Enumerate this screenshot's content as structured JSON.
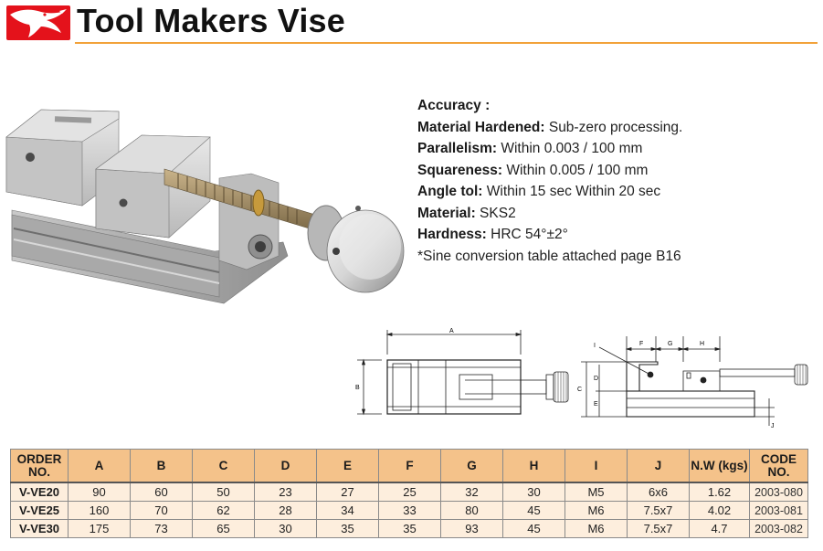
{
  "header": {
    "title": "Tool Makers Vise"
  },
  "specs": [
    {
      "key": "Accuracy :",
      "value": ""
    },
    {
      "key": "Material Hardened:",
      "value": " Sub-zero processing."
    },
    {
      "key": "Parallelism:",
      "value": " Within 0.003 / 100 mm"
    },
    {
      "key": "Squareness:",
      "value": " Within 0.005 / 100 mm"
    },
    {
      "key": "Angle tol:",
      "value": " Within 15 sec Within 20 sec"
    },
    {
      "key": "Material:",
      "value": " SKS2"
    },
    {
      "key": "Hardness:",
      "value": " HRC 54°±2°"
    },
    {
      "key": "",
      "value": "*Sine conversion table attached page B16"
    }
  ],
  "drawing": {
    "front_labels": {
      "a": "A",
      "b": "B"
    },
    "side_labels": {
      "f": "F",
      "g": "G",
      "h": "H",
      "i": "I",
      "c": "C",
      "d": "D",
      "e": "E",
      "j": "J"
    }
  },
  "table": {
    "headers": [
      "ORDER NO.",
      "A",
      "B",
      "C",
      "D",
      "E",
      "F",
      "G",
      "H",
      "I",
      "J",
      "N.W (kgs)",
      "CODE NO."
    ],
    "rows": [
      [
        "V-VE20",
        "90",
        "60",
        "50",
        "23",
        "27",
        "25",
        "32",
        "30",
        "M5",
        "6x6",
        "1.62",
        "2003-080"
      ],
      [
        "V-VE25",
        "160",
        "70",
        "62",
        "28",
        "34",
        "33",
        "80",
        "45",
        "M6",
        "7.5x7",
        "4.02",
        "2003-081"
      ],
      [
        "V-VE30",
        "175",
        "73",
        "65",
        "30",
        "35",
        "35",
        "93",
        "45",
        "M6",
        "7.5x7",
        "4.7",
        "2003-082"
      ]
    ]
  },
  "colors": {
    "brand_red": "#e4121b",
    "rule_orange": "#f2a23a",
    "table_header": "#f4c28a",
    "table_body": "#fdeedd"
  }
}
